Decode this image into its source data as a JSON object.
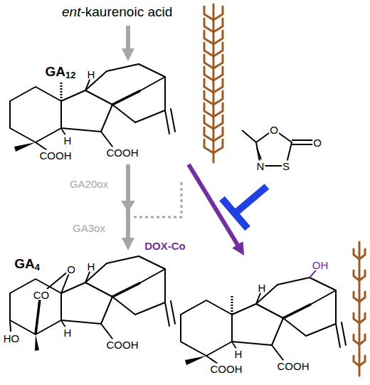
{
  "diagram": {
    "nodes": [
      {
        "text": [
          "ent-kaurenoic acid"
        ]
      },
      {
        "text": [
          "GA12",
          "H",
          "H",
          "COOH",
          "COOH"
        ]
      },
      {
        "text": [
          "GA4",
          "O",
          "CO",
          "HO",
          "H",
          "H",
          "COOH"
        ]
      },
      {
        "text": [
          "OH",
          "H",
          "H",
          "COOH",
          "COOH"
        ]
      },
      {
        "text": [
          "O",
          "N",
          "S",
          "O"
        ]
      }
    ],
    "edges": [
      {
        "from": 0,
        "to": 1,
        "arrow": "to"
      },
      {
        "from": 1,
        "to": 2,
        "label": "GA20ox",
        "arrow": "to"
      },
      {
        "from": 1,
        "to": 3,
        "label": "DOX-Co",
        "arrow": "to"
      }
    ],
    "labels": [
      "GA3ox"
    ]
  }
}
